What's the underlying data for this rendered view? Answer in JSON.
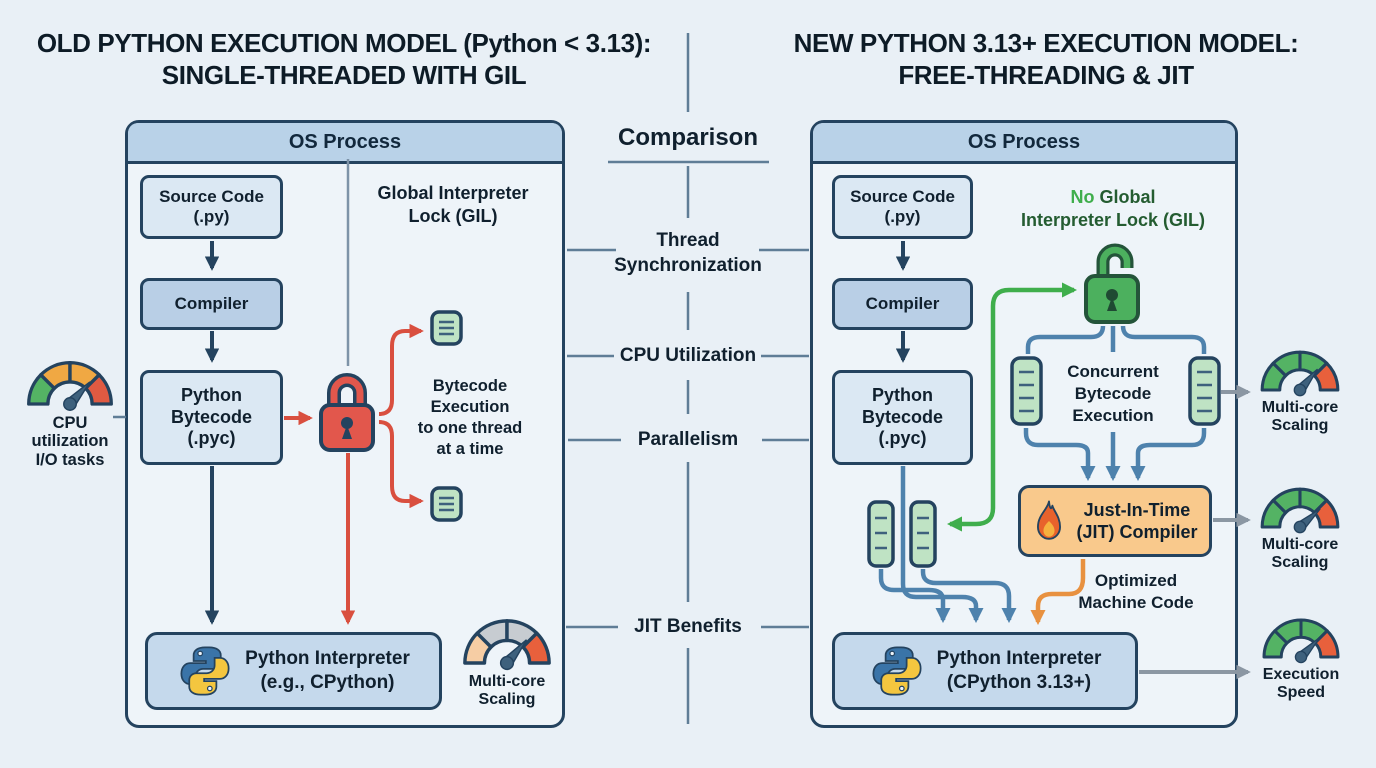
{
  "titles": {
    "left": {
      "line1": "OLD PYTHON EXECUTION MODEL (Python < 3.13):",
      "line2": "SINGLE-THREADED WITH GIL"
    },
    "right": {
      "line1": "NEW PYTHON 3.13+ EXECUTION MODEL:",
      "line2": "FREE-THREADING & JIT"
    }
  },
  "comparison": {
    "title": "Comparison",
    "items": [
      "Thread\nSynchronization",
      "CPU Utilization",
      "Parallelism",
      "JIT Benefits"
    ]
  },
  "left_panel": {
    "header": "OS Process",
    "source_code": "Source Code\n(.py)",
    "compiler": "Compiler",
    "bytecode": "Python\nBytecode\n(.pyc)",
    "gil_label": "Global Interpreter\nLock (GIL)",
    "bytecode_execution": "Bytecode\nExecution\nto one thread\nat a time",
    "interpreter": "Python Interpreter\n(e.g., CPython)"
  },
  "right_panel": {
    "header": "OS Process",
    "source_code": "Source Code\n(.py)",
    "compiler": "Compiler",
    "bytecode": "Python\nBytecode\n(.pyc)",
    "no_gil": {
      "no": "No",
      "rest": " Global",
      "line2": "Interpreter Lock (GIL)"
    },
    "concurrent": "Concurrent\nBytecode\nExecution",
    "jit": "Just-In-Time\n(JIT) Compiler",
    "optimized": "Optimized\nMachine Code",
    "interpreter": "Python Interpreter\n(CPython 3.13+)"
  },
  "gauges": {
    "cpu": {
      "label": "CPU\nutilization\nI/O tasks",
      "segments": [
        "#54b364",
        "#f0a843",
        "#f0a843",
        "#e05a42"
      ],
      "needle_deg": 42
    },
    "left_multicore": {
      "label": "Multi-core\nScaling",
      "segments": [
        "#f6cda4",
        "#c7ccd1",
        "#c7ccd1",
        "#e8603c"
      ],
      "needle_deg": 40
    },
    "right_multicore_top": {
      "label": "Multi-core\nScaling",
      "segments": [
        "#54b364",
        "#54b364",
        "#54b364",
        "#e8603c"
      ],
      "needle_deg": 40
    },
    "right_multicore_mid": {
      "label": "Multi-core\nScaling",
      "segments": [
        "#54b364",
        "#54b364",
        "#54b364",
        "#e8603c"
      ],
      "needle_deg": 48
    },
    "execution_speed": {
      "label": "Execution\nSpeed",
      "segments": [
        "#54b364",
        "#54b364",
        "#54b364",
        "#e8603c"
      ],
      "needle_deg": 44
    }
  },
  "colors": {
    "background": "#e9f0f6",
    "panel_border": "#24435f",
    "header_fill": "#b9d2e8",
    "gil_lock_red": "#e2574c",
    "no_gil_lock_green": "#4cb05e",
    "jit_orange_fill": "#f9c98c",
    "arrow_navy": "#24435f",
    "arrow_red": "#d94f3f",
    "arrow_blue": "#4e82ad",
    "arrow_green": "#3fae4c",
    "arrow_orange": "#e89140",
    "arrow_gray": "#8b97a3",
    "thread_strip_green": "#bfe3c4",
    "no_text_green": "#3fae4c"
  }
}
